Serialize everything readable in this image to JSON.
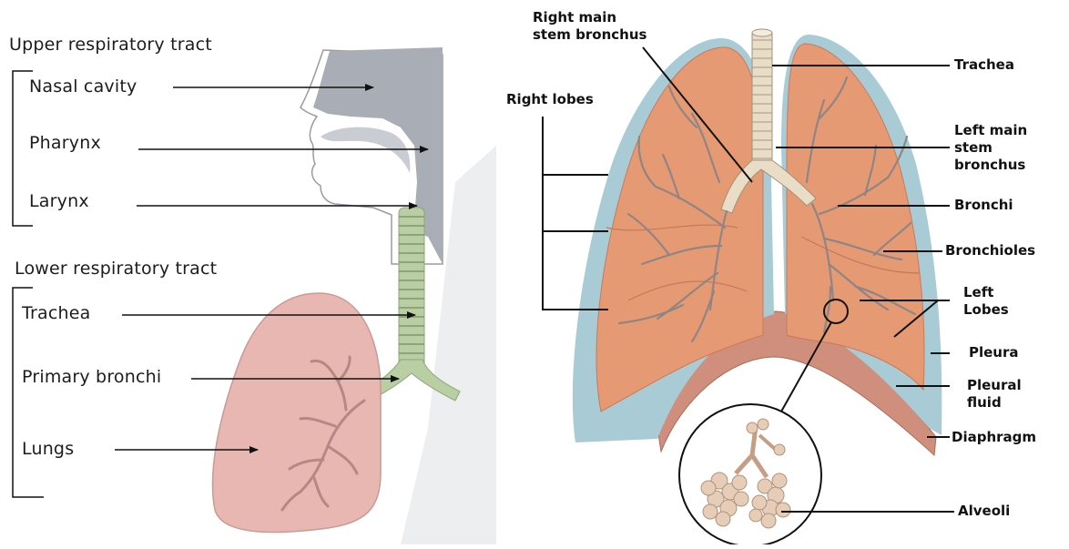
{
  "left_panel": {
    "upper_heading": "Upper respiratory tract",
    "lower_heading": "Lower respiratory tract",
    "labels": {
      "nasal_cavity": "Nasal cavity",
      "pharynx": "Pharynx",
      "larynx": "Larynx",
      "trachea": "Trachea",
      "primary_bronchi": "Primary bronchi",
      "lungs": "Lungs"
    }
  },
  "right_panel": {
    "labels": {
      "right_main_line1": "Right main",
      "right_main_line2": "stem bronchus",
      "right_lobes": "Right lobes",
      "trachea": "Trachea",
      "left_main_line1": "Left main",
      "left_main_line2": "stem",
      "left_main_line3": "bronchus",
      "bronchi": "Bronchi",
      "bronchioles": "Bronchioles",
      "left_lobes_line1": "Left",
      "left_lobes_line2": "Lobes",
      "pleura": "Pleura",
      "pleural_fluid_line1": "Pleural",
      "pleural_fluid_line2": "fluid",
      "diaphragm": "Diaphragm",
      "alveoli": "Alveoli"
    }
  },
  "colors": {
    "head_gray": "#a9adb5",
    "lung_pink": "#e9b7b2",
    "trachea_green": "#b9cfa3",
    "lung_orange": "#e69a73",
    "pleura_blue": "#a9cbd6",
    "diaphragm": "#cf8f7c"
  }
}
